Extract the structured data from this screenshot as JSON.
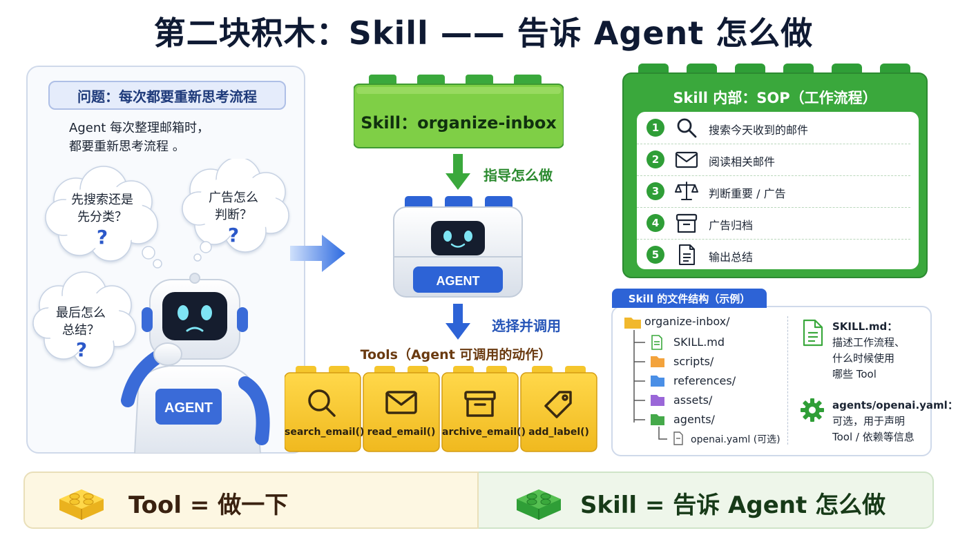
{
  "title": "第二块积木：Skill —— 告诉 Agent 怎么做",
  "left": {
    "problem_title": "问题：每次都要重新思考流程",
    "desc_line1": "Agent 每次整理邮箱时，",
    "desc_line2": "都要重新思考流程 。",
    "cloud1_l1": "先搜索还是",
    "cloud1_l2": "先分类？",
    "cloud2_l1": "广告怎么",
    "cloud2_l2": "判断？",
    "cloud3_l1": "最后怎么",
    "cloud3_l2": "总结？",
    "q": "?",
    "robot_label": "AGENT"
  },
  "center": {
    "skill_brick": "Skill：organize-inbox",
    "guide_label": "指导怎么做",
    "agent_label": "AGENT",
    "choose_label": "选择并调用",
    "tools_title": "Tools（Agent 可调用的动作）",
    "tools": [
      "search_email()",
      "read_email()",
      "archive_email()",
      "add_label()"
    ]
  },
  "sop": {
    "title": "Skill 内部：SOP（工作流程）",
    "steps": [
      {
        "num": "1",
        "icon": "search-icon",
        "text": "搜索今天收到的邮件"
      },
      {
        "num": "2",
        "icon": "mail-icon",
        "text": "阅读相关邮件"
      },
      {
        "num": "3",
        "icon": "scale-icon",
        "text": "判断重要 / 广告"
      },
      {
        "num": "4",
        "icon": "archive-icon",
        "text": "广告归档"
      },
      {
        "num": "5",
        "icon": "document-icon",
        "text": "输出总结"
      }
    ]
  },
  "files": {
    "tab": "Skill 的文件结构（示例）",
    "root": "organize-inbox/",
    "skill_md": "SKILL.md",
    "scripts": "scripts/",
    "references": "references/",
    "assets": "assets/",
    "agents": "agents/",
    "openai_yaml": "openai.yaml (可选)",
    "note1_title": "SKILL.md：",
    "note1_l1": "描述工作流程、",
    "note1_l2": "什么时候使用",
    "note1_l3": "哪些 Tool",
    "note2_title": "agents/openai.yaml：",
    "note2_l1": "可选，用于声明",
    "note2_l2": "Tool / 依赖等信息"
  },
  "bottom": {
    "tool_eq": "Tool  =  做一下",
    "skill_eq": "Skill =  告诉 Agent 怎么做"
  },
  "colors": {
    "green": "#3aa83c",
    "yellow": "#f5c62c",
    "blue": "#2d63d6"
  }
}
